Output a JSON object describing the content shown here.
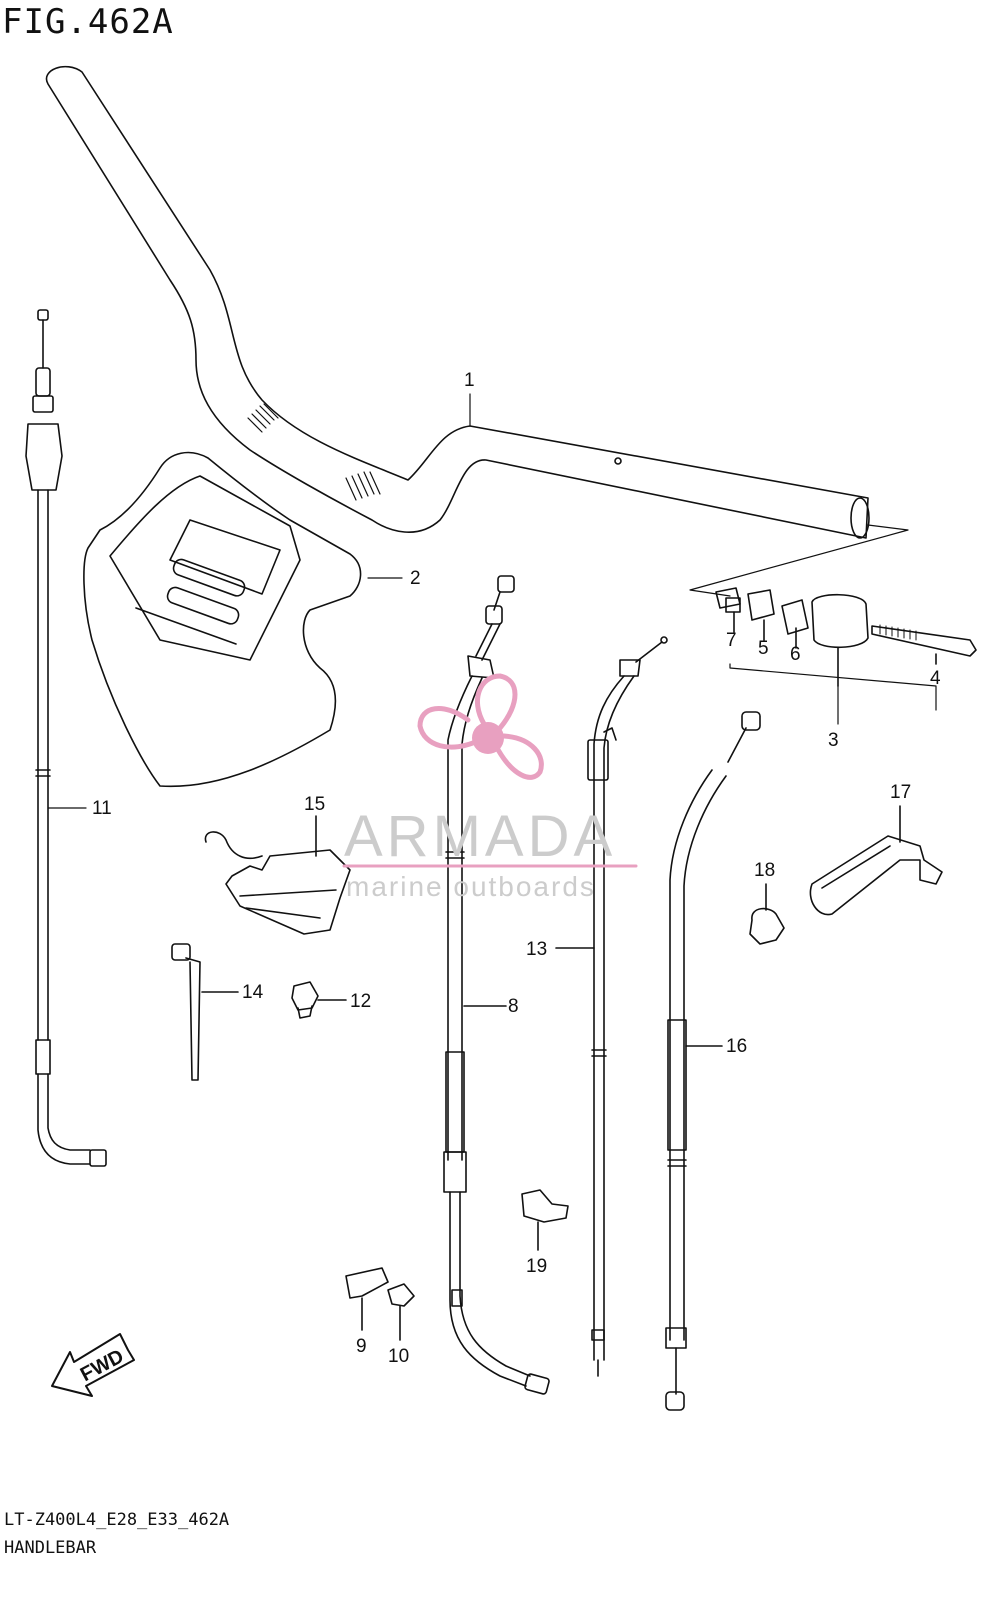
{
  "figure": {
    "title": "FIG.462A",
    "code": "LT-Z400L4_E28_E33_462A",
    "name": "HANDLEBAR"
  },
  "watermark": {
    "brand": "ARMADA",
    "tagline": "marine outboards",
    "color": "#e8a0c0"
  },
  "fwd_label": "FWD",
  "callouts": {
    "p1": "1",
    "p2": "2",
    "p3": "3",
    "p4": "4",
    "p5": "5",
    "p6": "6",
    "p7": "7",
    "p8": "8",
    "p9": "9",
    "p10": "10",
    "p11": "11",
    "p12": "12",
    "p13": "13",
    "p14": "14",
    "p15": "15",
    "p16": "16",
    "p17": "17",
    "p18": "18",
    "p19": "19"
  },
  "colors": {
    "line": "#111111",
    "background": "#ffffff"
  }
}
